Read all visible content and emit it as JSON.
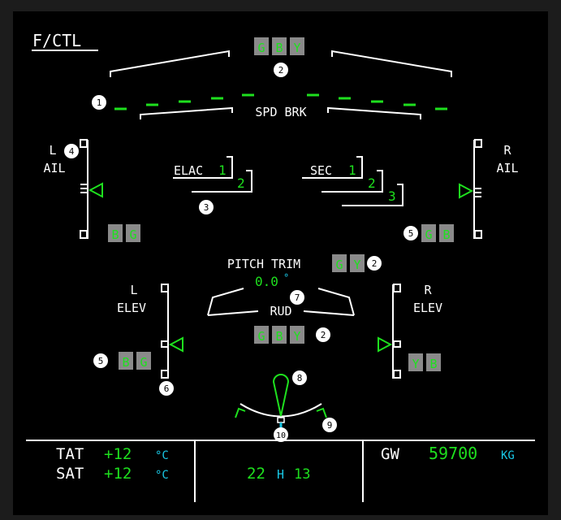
{
  "page": {
    "title": "F/CTL",
    "colors": {
      "background": "#000000",
      "bezel": "#1c1c1c",
      "white": "#ffffff",
      "green": "#1ee01e",
      "cyan": "#19c8e6",
      "box_grey": "#8a8a8a",
      "callout_fill": "#ffffff",
      "callout_text": "#000000"
    }
  },
  "speedbrake": {
    "label": "SPD BRK",
    "hyd_boxes": [
      "G",
      "B",
      "Y"
    ]
  },
  "l_aileron": {
    "side": "L",
    "label": "AIL",
    "hyd_boxes": [
      "B",
      "G"
    ]
  },
  "r_aileron": {
    "side": "R",
    "label": "AIL",
    "hyd_boxes": [
      "G",
      "B"
    ]
  },
  "elac": {
    "label": "ELAC",
    "units": [
      "1",
      "2"
    ]
  },
  "sec": {
    "label": "SEC",
    "units": [
      "1",
      "2",
      "3"
    ]
  },
  "pitch_trim": {
    "label": "PITCH TRIM",
    "value": "0.0",
    "unit": "°",
    "hyd_boxes": [
      "G",
      "Y"
    ]
  },
  "rudder": {
    "label": "RUD",
    "hyd_boxes": [
      "G",
      "B",
      "Y"
    ]
  },
  "l_elevator": {
    "side": "L",
    "label": "ELEV",
    "hyd_boxes": [
      "B",
      "G"
    ]
  },
  "r_elevator": {
    "side": "R",
    "label": "ELEV",
    "hyd_boxes": [
      "Y",
      "B"
    ]
  },
  "callouts": [
    "1",
    "2",
    "3",
    "4",
    "5",
    "2",
    "5",
    "6",
    "7",
    "2",
    "8",
    "9",
    "10"
  ],
  "status_bar": {
    "tat_label": "TAT",
    "tat_value": "+12",
    "tat_unit": "°C",
    "sat_label": "SAT",
    "sat_value": "+12",
    "sat_unit": "°C",
    "time_hours": "22",
    "time_h": "H",
    "time_minutes": "13",
    "gw_label": "GW",
    "gw_value": "59700",
    "gw_unit": "KG"
  }
}
